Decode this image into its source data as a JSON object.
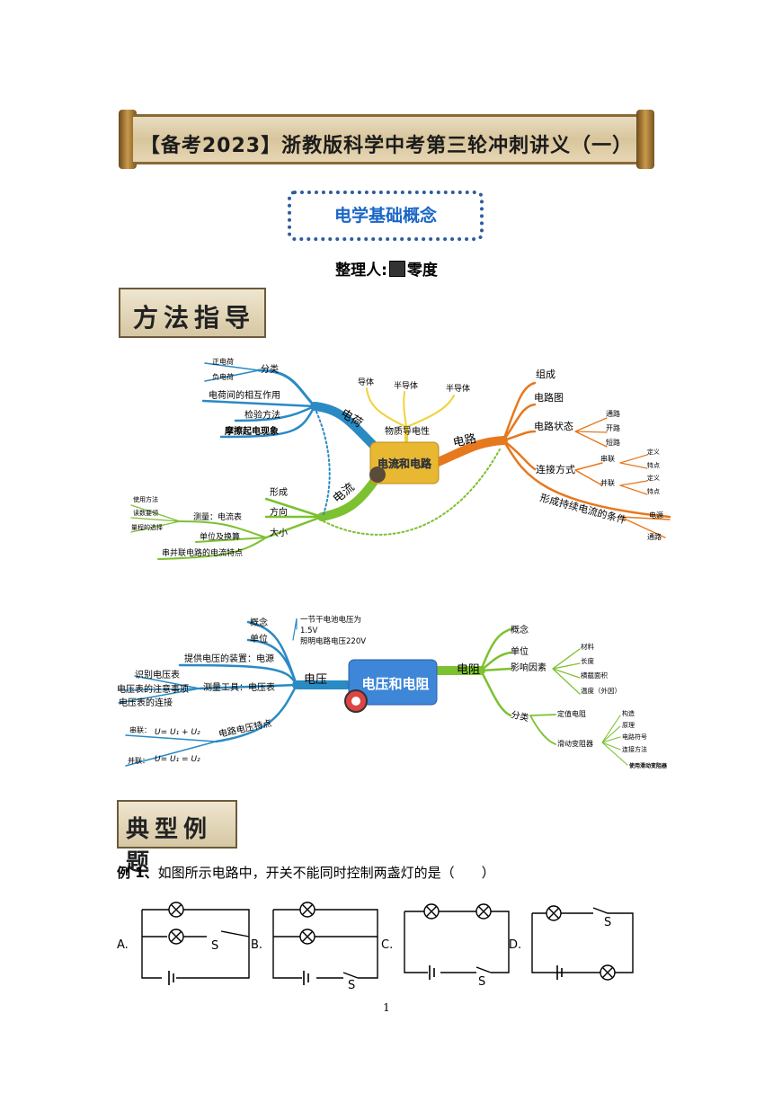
{
  "header": {
    "title": "【备考2023】浙教版科学中考第三轮冲刺讲义（一）"
  },
  "topic": {
    "title": "电学基础概念"
  },
  "author": {
    "label": "整理人:",
    "name": "零度"
  },
  "section_method": {
    "label": "方法指导"
  },
  "mindmap1": {
    "center": "电流和电路",
    "charge": {
      "branch": "电荷",
      "items": [
        "分类",
        "电荷间的相互作用",
        "检验方法",
        "摩擦起电现象"
      ],
      "classify": [
        "正电荷",
        "负电荷"
      ]
    },
    "current": {
      "branch": "电流",
      "items": [
        "形成",
        "方向",
        "大小"
      ],
      "measure": "测量：电流表",
      "measure_sub": [
        "使用方法",
        "读数要领",
        "量程的选择"
      ],
      "unit": "单位及换算",
      "series": "串并联电路的电流特点"
    },
    "conductivity": {
      "label": "物质导电性",
      "items": [
        "导体",
        "半导体",
        "半导体"
      ]
    },
    "circuit": {
      "branch": "电路",
      "items": [
        "组成",
        "电路图",
        "电路状态",
        "连接方式",
        "形成持续电流的条件"
      ],
      "states": [
        "通路",
        "开路",
        "短路"
      ],
      "series": "串联",
      "parallel": "并联",
      "def": "定义",
      "feat": "特点",
      "conditions": [
        "电源",
        "通路"
      ]
    }
  },
  "mindmap2": {
    "center": "电压和电阻",
    "voltage": {
      "branch": "电压",
      "items": [
        "概念",
        "单位",
        "提供电压的装置：电源",
        "测量工具：电压表",
        "电路电压特点"
      ],
      "note_lines": [
        "一节干电池电压为",
        "1.5V",
        "照明电路电压220V"
      ],
      "meter_sub": [
        "识别电压表",
        "电压表的注意事项",
        "电压表的连接"
      ],
      "series_label": "串联：",
      "series_formula": "U= U₁ + U₂",
      "parallel_label": "并联：",
      "parallel_formula": "U= U₁ = U₂"
    },
    "resistance": {
      "branch": "电阻",
      "items": [
        "概念",
        "单位",
        "影响因素",
        "分类"
      ],
      "factors": [
        "材料",
        "长度",
        "横截面积",
        "温度（外因）"
      ],
      "classes": [
        "定值电阻",
        "滑动变阻器"
      ],
      "rheostat": [
        "构造",
        "原理",
        "电路符号",
        "连接方法",
        "使用滑动变阻器"
      ]
    }
  },
  "section_typical": {
    "label": "典型例题"
  },
  "question": {
    "number": "例 1、",
    "text": "如图所示电路中，开关不能同时控制两盏灯的是（　　）"
  },
  "options": [
    {
      "label": "A.",
      "switch": "S"
    },
    {
      "label": "B.",
      "switch": "S"
    },
    {
      "label": "C.",
      "switch": "S"
    },
    {
      "label": "D.",
      "switch": "S"
    }
  ],
  "page_number": "1",
  "colors": {
    "blue_branch": "#2a8ac4",
    "green_branch": "#7cc130",
    "orange_branch": "#e6781e",
    "yellow_branch": "#f0d23c",
    "center_gold": "#e8b832",
    "center_blue": "#3d86d8"
  }
}
